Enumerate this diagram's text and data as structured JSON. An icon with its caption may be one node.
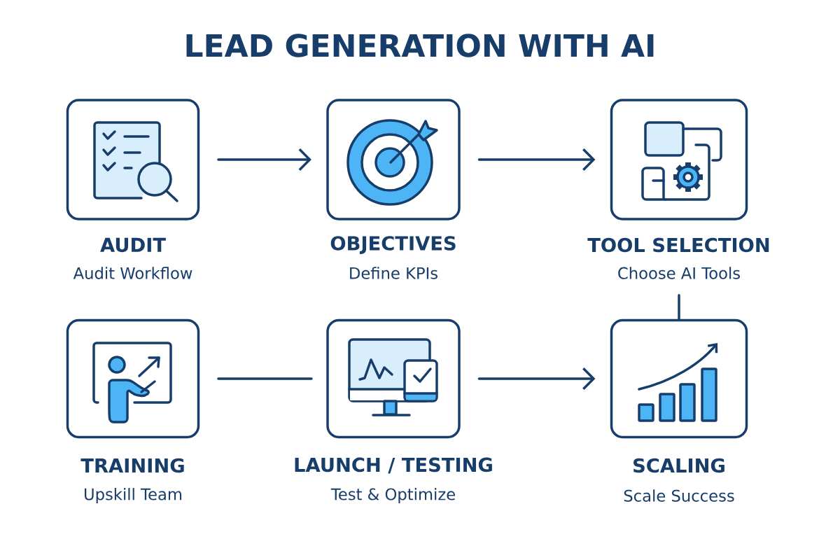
{
  "diagram": {
    "title": "LEAD GENERATION WITH AI",
    "nodes": [
      {
        "text": [
          "AUDIT",
          "Audit Workflow"
        ]
      },
      {
        "text": [
          "OBJECTIVES",
          "Define KPIs"
        ]
      },
      {
        "text": [
          "TOOL SELECTION",
          "Choose AI Tools"
        ]
      },
      {
        "text": [
          "TRAINING",
          "Upskill Team"
        ]
      },
      {
        "text": [
          "LAUNCH / TESTING",
          "Test & Optimize"
        ]
      },
      {
        "text": [
          "SCALING",
          "Scale Success"
        ]
      }
    ],
    "edges": [
      {
        "from": 0,
        "to": 1,
        "arrow": "to"
      },
      {
        "from": 1,
        "to": 2,
        "arrow": "to"
      },
      {
        "from": 3,
        "to": 4,
        "arrow": "none"
      },
      {
        "from": 4,
        "to": 5,
        "arrow": "to"
      },
      {
        "from": 2,
        "to": 5,
        "arrow": "none"
      }
    ]
  }
}
